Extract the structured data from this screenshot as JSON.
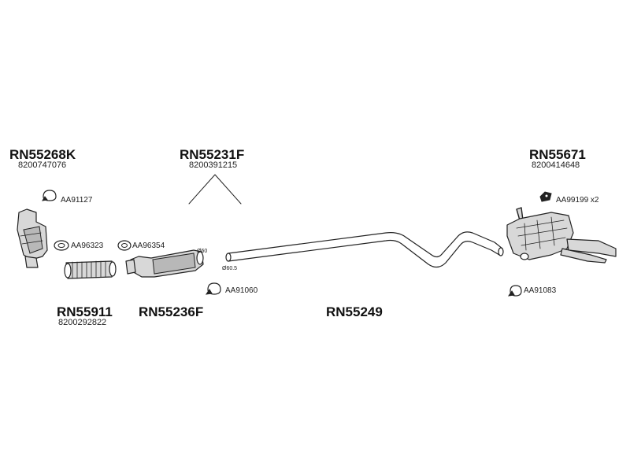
{
  "parts": {
    "cat_front": {
      "code": "RN55268K",
      "oem": "8200747076"
    },
    "dpf_group": {
      "code": "RN55231F",
      "oem": "8200391215"
    },
    "rear_muffler": {
      "code": "RN55671",
      "oem": "8200414648"
    },
    "flex_pipe": {
      "code": "RN55911",
      "oem": "8200292822"
    },
    "dpf": {
      "code": "RN55236F"
    },
    "middle_pipe": {
      "code": "RN55249"
    }
  },
  "accessories": {
    "clamp_1": "AA91127",
    "gasket_1": "AA96323",
    "gasket_2": "AA96354",
    "clamp_2": "AA91060",
    "rubber_mount": "AA99199 x2",
    "clamp_3": "AA91083"
  },
  "dimensions": {
    "dia_1": "Ø60",
    "dia_2": "Ø60.5"
  },
  "colors": {
    "line": "#222222",
    "part_fill": "#d8d8d8"
  }
}
